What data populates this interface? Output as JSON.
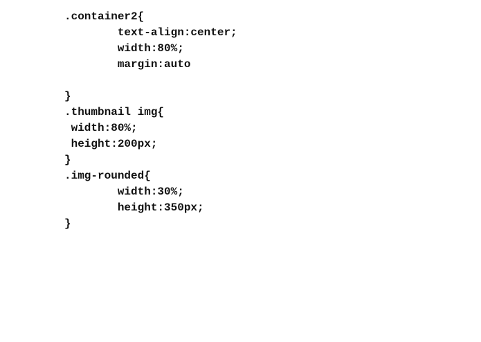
{
  "code_lines": [
    ".container2{",
    "        text-align:center;",
    "        width:80%;",
    "        margin:auto",
    "",
    "}",
    ".thumbnail img{",
    " width:80%;",
    " height:200px;",
    "}",
    ".img-rounded{",
    "        width:30%;",
    "        height:350px;",
    "}"
  ]
}
